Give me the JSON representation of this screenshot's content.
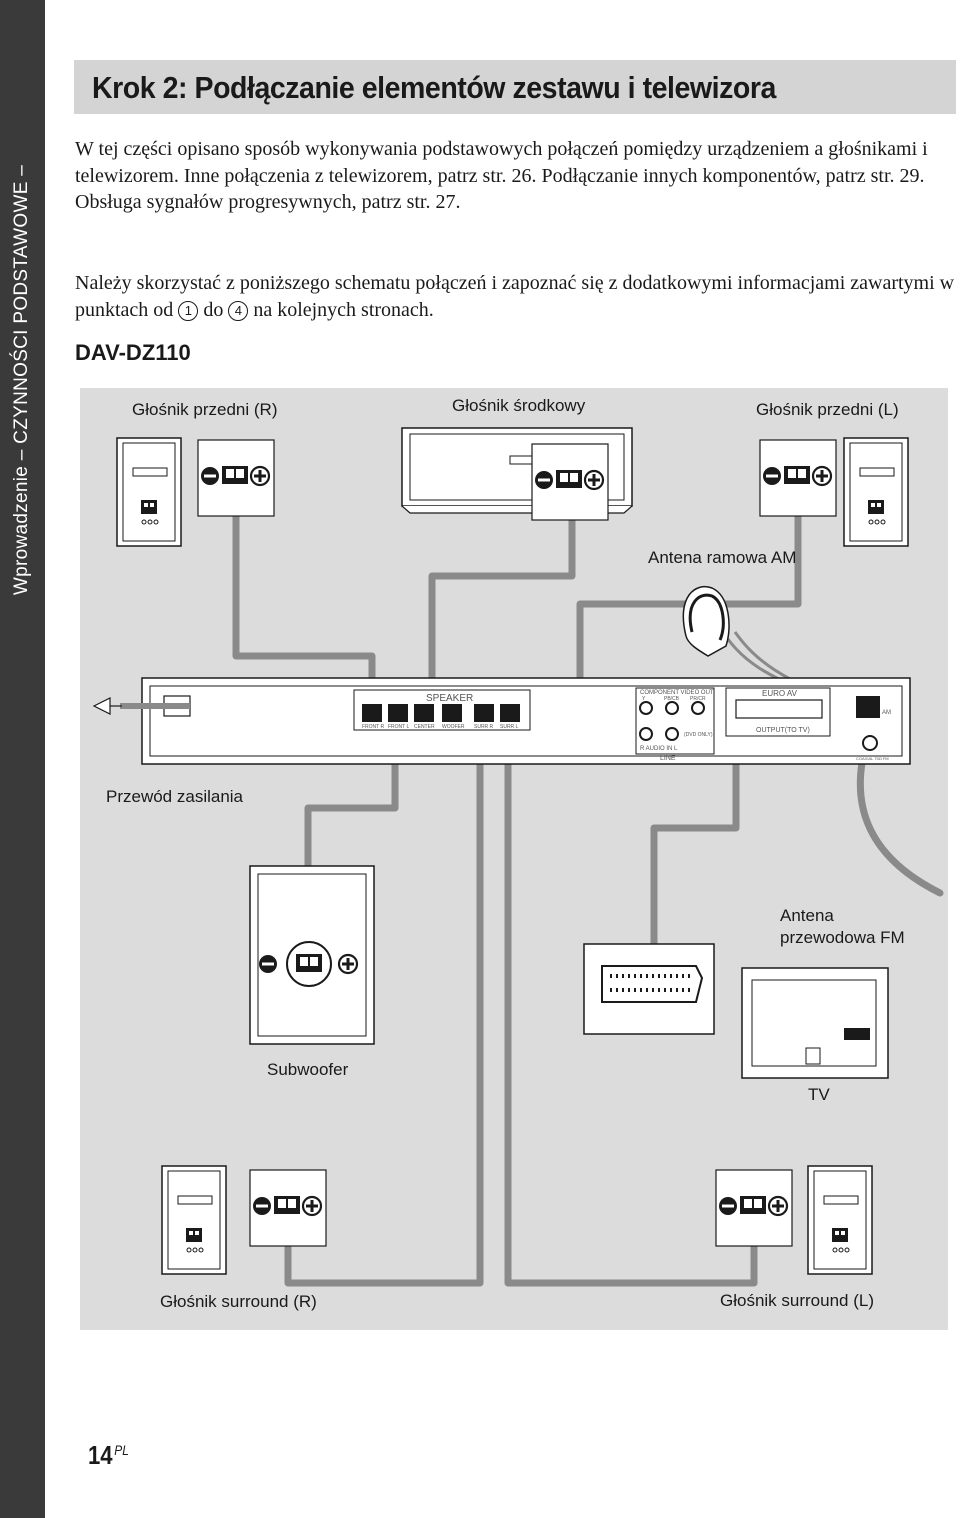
{
  "side_tab": {
    "text": "Wprowadzenie – CZYNNOŚCI PODSTAWOWE –"
  },
  "title": "Krok 2: Podłączanie elementów zestawu i telewizora",
  "paragraph_1": "W tej części opisano sposób wykonywania podstawowych połączeń pomiędzy urządzeniem a głośnikami i telewizorem. Inne połączenia z telewizorem, patrz str. 26. Podłączanie innych komponentów, patrz str. 29.",
  "paragraph_1b": "Obsługa sygnałów progresywnych, patrz str. 27.",
  "paragraph_2": {
    "before": "Należy skorzystać z poniższego schematu połączeń i zapoznać się z dodatkowymi informacjami zawartymi w punktach od ",
    "num_start": "1",
    "middle": " do ",
    "num_end": "4",
    "after": " na kolejnych stronach."
  },
  "model": "DAV-DZ110",
  "diagram": {
    "labels": {
      "front_r": "Głośnik przedni (R)",
      "center": "Głośnik środkowy",
      "front_l": "Głośnik przedni (L)",
      "am_antenna": "Antena ramowa AM",
      "power_cord": "Przewód zasilania",
      "fm_antenna_line1": "Antena",
      "fm_antenna_line2": "przewodowa FM",
      "subwoofer": "Subwoofer",
      "tv": "TV",
      "surround_r": "Głośnik surround (R)",
      "surround_l": "Głośnik surround (L)"
    },
    "panel": {
      "speaker": "SPEAKER",
      "front_r": "FRONT R",
      "front_l": "FRONT L",
      "center": "CENTER",
      "woofer": "WOOFER",
      "surr_r": "SURR R",
      "surr_l": "SURR L",
      "component_video_out": "COMPONENT VIDEO OUT",
      "y": "Y",
      "pb_cb": "PB/CB",
      "pr_cr": "PR/CR",
      "audio_in": "R  AUDIO IN  L",
      "line": "LINE",
      "dvd_only": "(DVD ONLY)",
      "euro_av": "EURO AV",
      "output_to_tv": "OUTPUT(TO TV)",
      "am": "AM",
      "coaxial": "COAXIAL 75Ω FM"
    }
  },
  "footer": {
    "page": "14",
    "suffix": "PL"
  },
  "colors": {
    "side_tab": "#3a3a3a",
    "header_band": "#d4d4d4",
    "diagram_bg": "#dcdcdc",
    "cable": "#8c8c8c"
  }
}
